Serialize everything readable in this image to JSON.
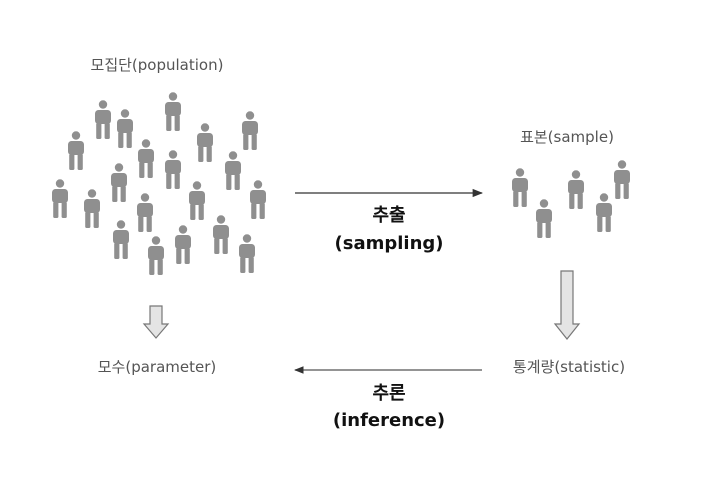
{
  "labels": {
    "population": "모집단(population)",
    "sample": "표본(sample)",
    "parameter": "모수(parameter)",
    "statistic": "통계량(statistic)"
  },
  "sampling": {
    "korean": "추출",
    "english": "(sampling)"
  },
  "inference": {
    "korean": "추론",
    "english": "(inference)"
  },
  "colors": {
    "person": "#8f8f8f",
    "label_text": "#555555",
    "bold_text": "#111111",
    "arrow_line": "#333333",
    "block_arrow_fill": "#e4e4e4",
    "block_arrow_stroke": "#777777"
  },
  "icons": {
    "person": "person-icon",
    "down_arrow": "block-down-arrow-icon"
  }
}
